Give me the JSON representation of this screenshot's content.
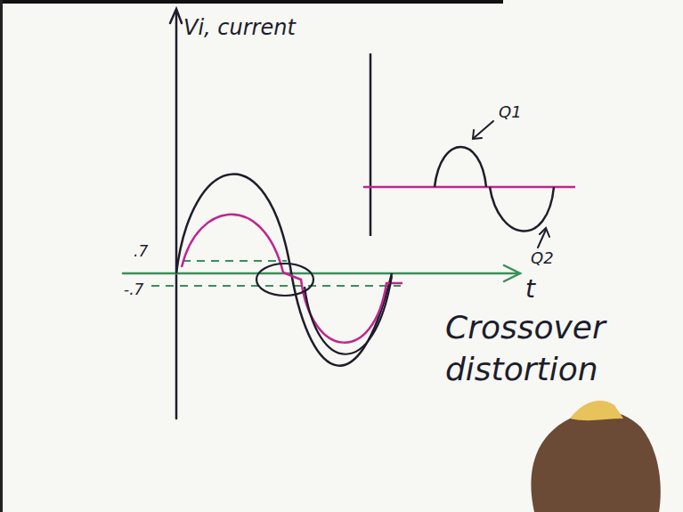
{
  "diagram": {
    "labels": [
      "Vi, current",
      ".7",
      "-.7",
      "t",
      "Q1",
      "Q2",
      "Crossover distortion"
    ]
  }
}
